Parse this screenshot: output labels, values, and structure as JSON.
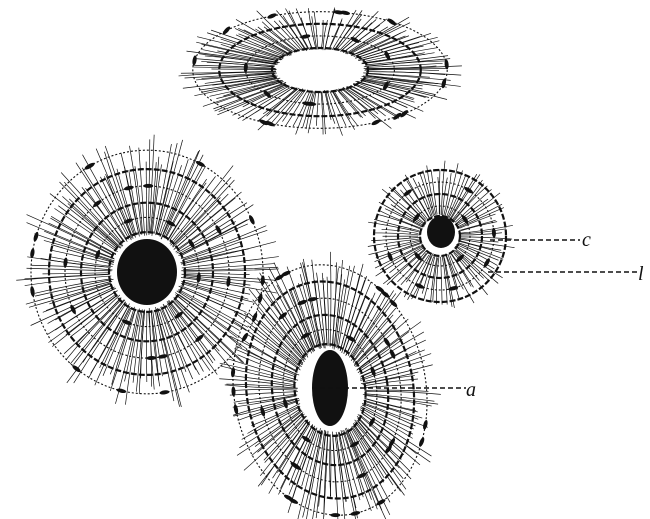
{
  "colors": {
    "ink": "#111111",
    "paper": "#ffffff"
  },
  "labels": {
    "c": "c",
    "b": "l",
    "a": "a"
  }
}
